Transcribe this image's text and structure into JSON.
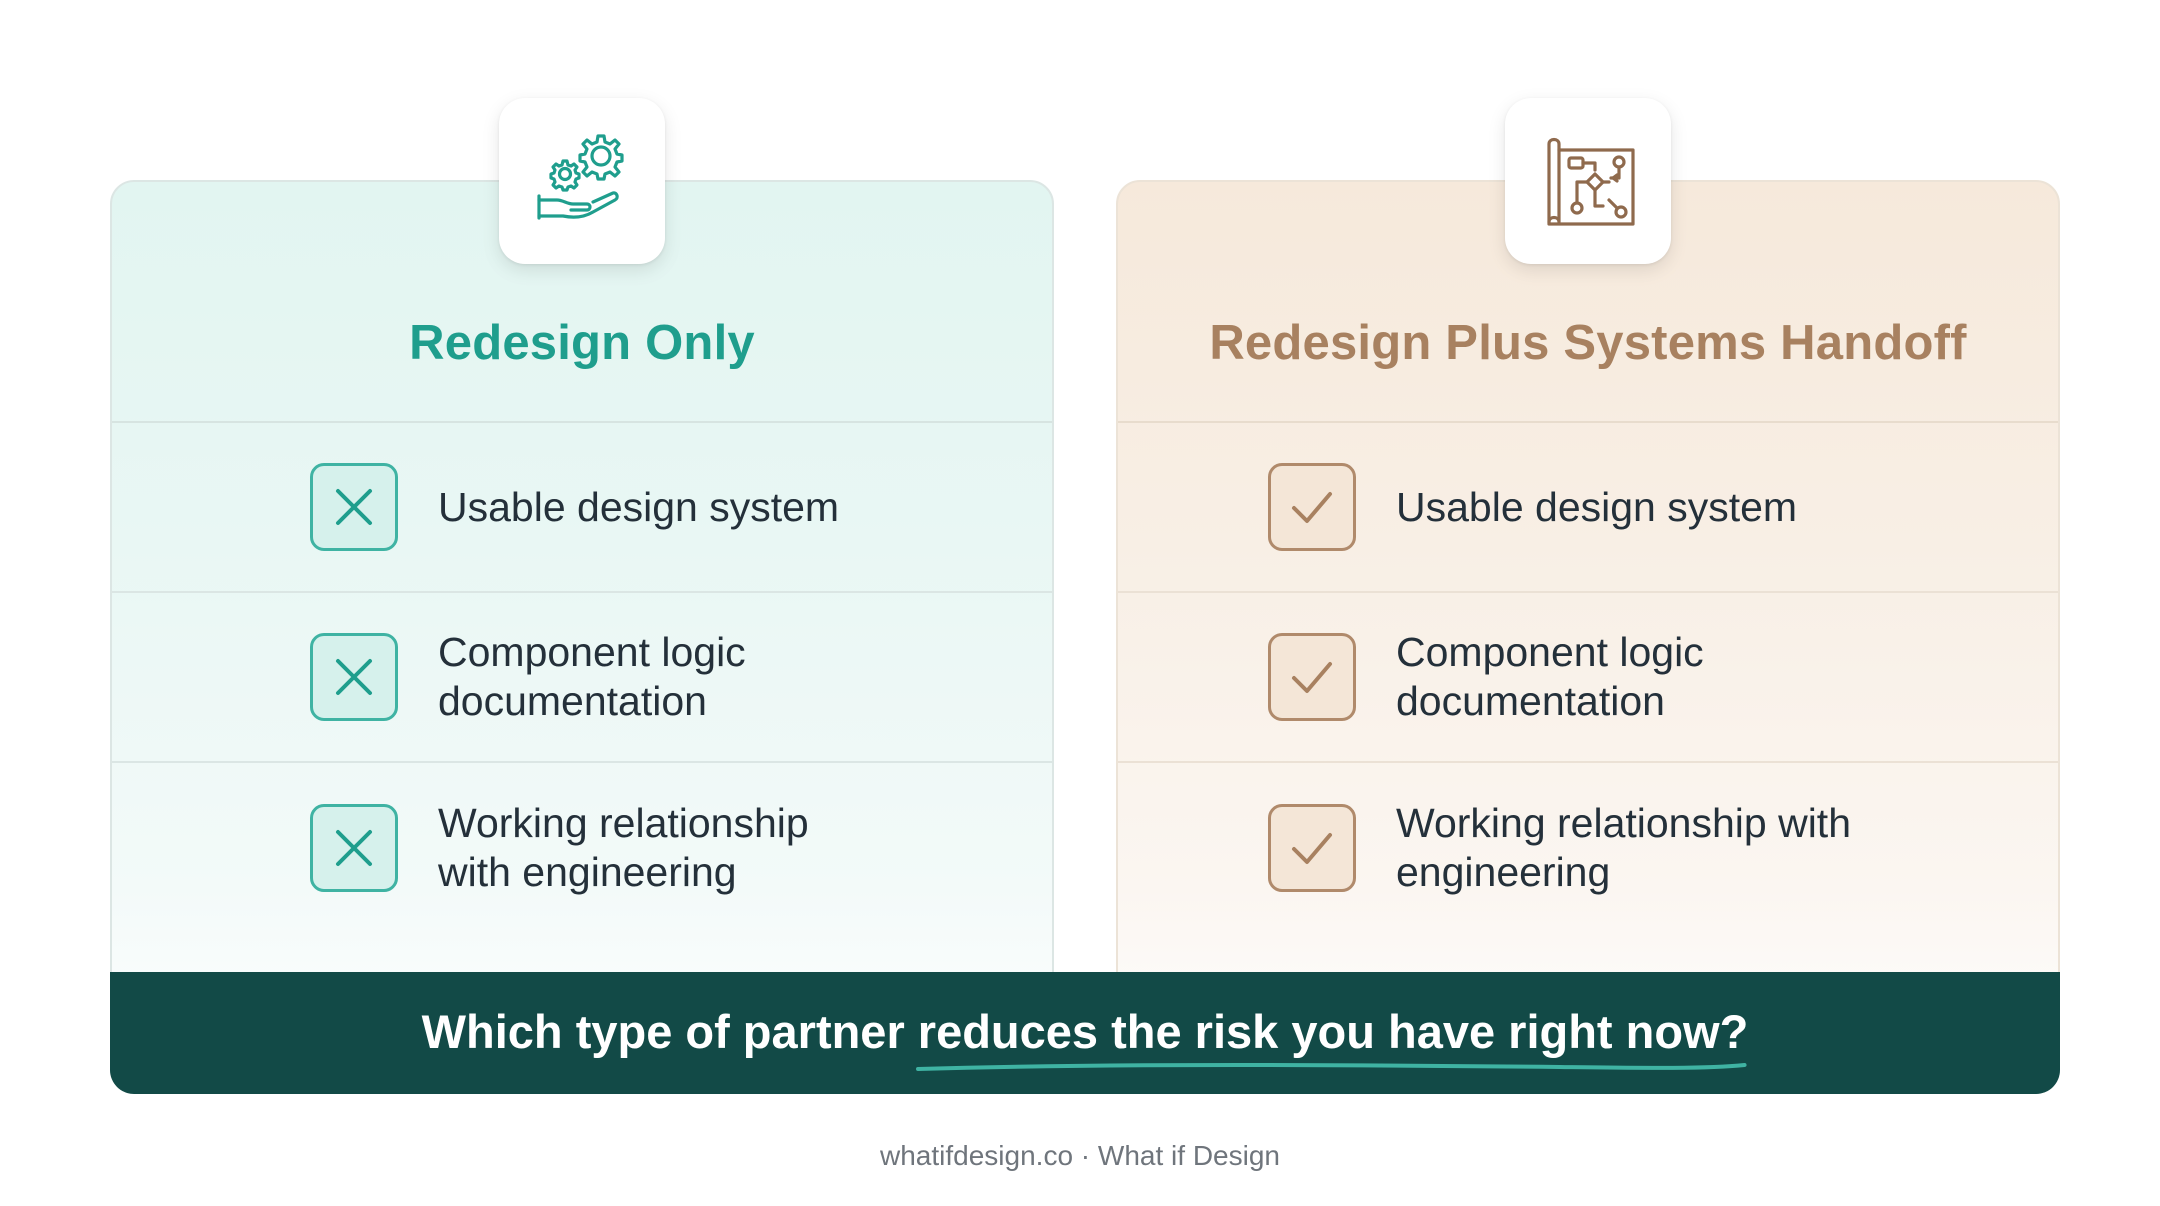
{
  "left_card": {
    "title": "Redesign Only",
    "icon": "gears-in-hand-icon",
    "accent_color": "#1f9e8d",
    "rows": [
      {
        "label": "Usable design system",
        "status": "no",
        "icon": "x-icon"
      },
      {
        "label": "Component logic\ndocumentation",
        "status": "no",
        "icon": "x-icon"
      },
      {
        "label": "Working relationship\nwith engineering",
        "status": "no",
        "icon": "x-icon"
      }
    ]
  },
  "right_card": {
    "title": "Redesign Plus Systems Handoff",
    "icon": "blueprint-flowchart-icon",
    "accent_color": "#a88160",
    "rows": [
      {
        "label": "Usable design system",
        "status": "yes",
        "icon": "check-icon"
      },
      {
        "label": "Component logic\ndocumentation",
        "status": "yes",
        "icon": "check-icon"
      },
      {
        "label": "Working relationship with\nengineering",
        "status": "yes",
        "icon": "check-icon"
      }
    ]
  },
  "banner": {
    "question_plain": "Which type of partner ",
    "question_highlight": "reduces the risk you have right now?",
    "background_color": "#124a47",
    "underline_color": "#3fb3a3"
  },
  "footer": {
    "text": "whatifdesign.co · What if Design"
  }
}
